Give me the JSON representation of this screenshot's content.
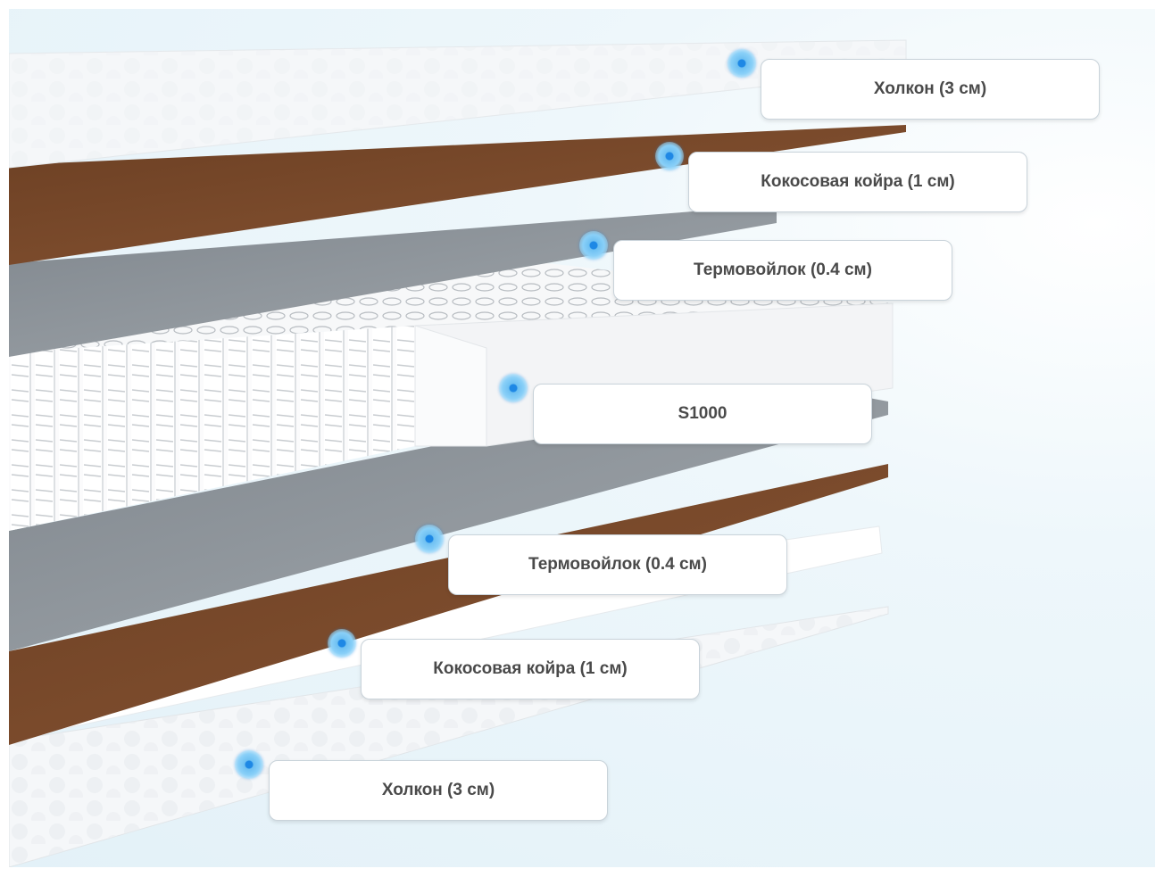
{
  "layers": [
    {
      "label": "Холкон (3 см)"
    },
    {
      "label": "Кокосовая койра (1 см)"
    },
    {
      "label": "Термовойлок (0.4 см)"
    },
    {
      "label": "S1000"
    },
    {
      "label": "Термовойлок (0.4 см)"
    },
    {
      "label": "Кокосовая койра (1 см)"
    },
    {
      "label": "Холкон (3 см)"
    }
  ],
  "colors": {
    "holkon": "#f4f6f8",
    "coir": "#7a4a2a",
    "felt": "#8e959b",
    "spring_block": "#f8f9fa",
    "marker": "#1e88e5",
    "label_text": "#4a4a4a"
  }
}
